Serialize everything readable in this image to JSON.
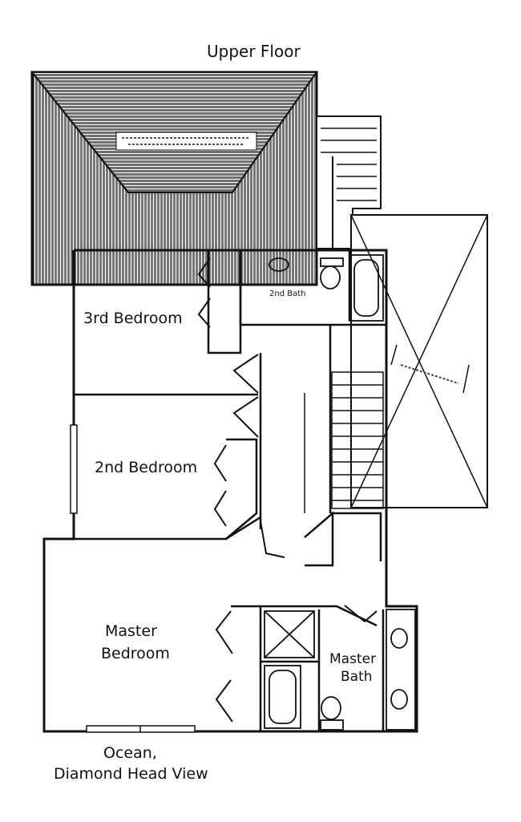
{
  "plan": {
    "title": "Upper Floor",
    "rooms": {
      "third_bedroom": "3rd Bedroom",
      "second_bedroom": "2nd Bedroom",
      "master_bedroom_line1": "Master",
      "master_bedroom_line2": "Bedroom",
      "master_bath_line1": "Master",
      "master_bath_line2": "Bath",
      "second_bath": "2nd Bath"
    },
    "view_label_line1": "Ocean,",
    "view_label_line2": "Diamond Head View",
    "colors": {
      "ink": "#111111",
      "roof_hatch": "#2a2a2a",
      "paper": "#ffffff"
    }
  }
}
